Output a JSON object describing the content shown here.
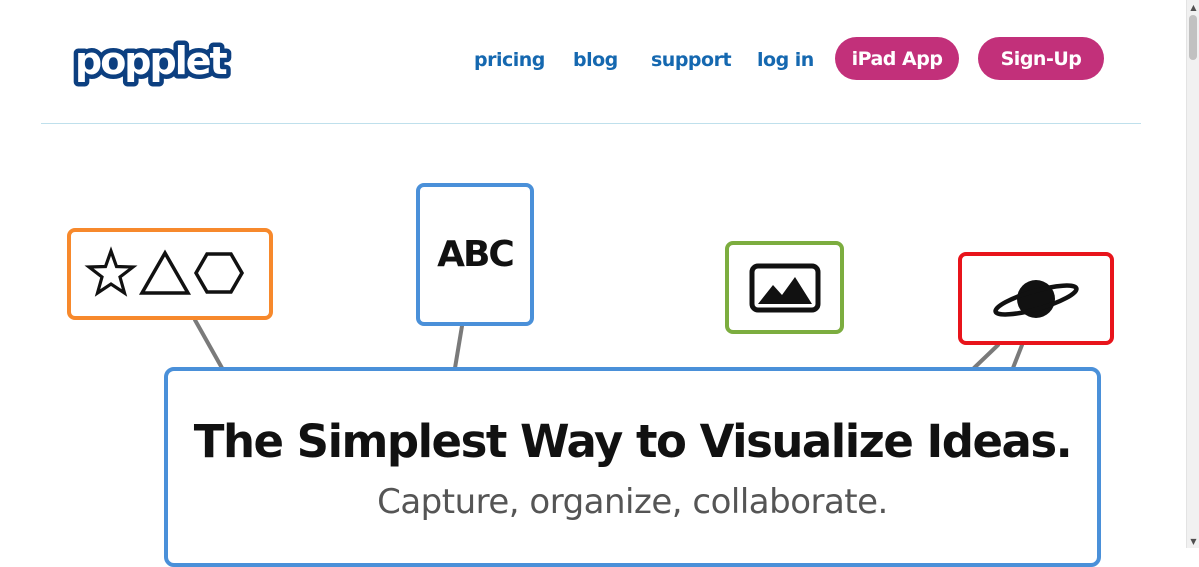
{
  "header": {
    "logo_text": "popplet",
    "nav": {
      "pricing": "pricing",
      "blog": "blog",
      "support": "support",
      "login": "log in"
    },
    "ipad_app": "iPad App",
    "signup": "Sign-Up"
  },
  "cards": {
    "text_card": "ABC"
  },
  "hero": {
    "title": "The Simplest Way to Visualize Ideas.",
    "subtitle": "Capture, organize, collaborate."
  },
  "icons": {
    "shapes_card": [
      "star-icon",
      "triangle-icon",
      "hexagon-icon"
    ],
    "image_card": "image-icon",
    "planet_card": "planet-icon"
  },
  "colors": {
    "brand_blue": "#1568b0",
    "accent_magenta": "#c2307a",
    "card_orange": "#f7892c",
    "card_blue": "#4a90d9",
    "card_green": "#7cad3f",
    "card_red": "#e8141b"
  }
}
